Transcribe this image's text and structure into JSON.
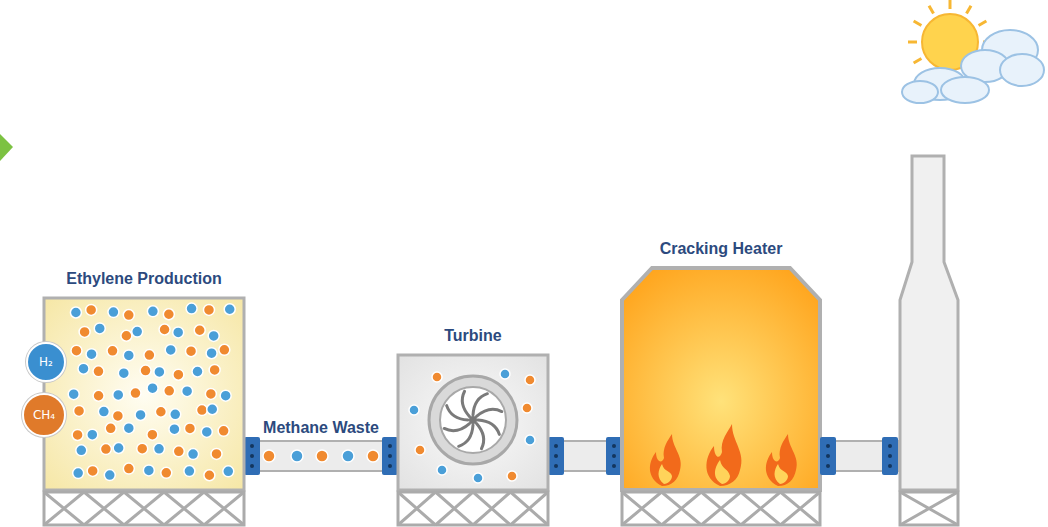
{
  "diagram": {
    "nodes": [
      {
        "text": [
          "Ethylene Production"
        ]
      },
      {
        "text": [
          "H₂"
        ],
        "in": 0
      },
      {
        "text": [
          "CH₄"
        ],
        "in": 0
      },
      {
        "text": [
          "Turbine"
        ]
      },
      {
        "text": [
          "Cracking Heater"
        ]
      }
    ],
    "edges": [
      {
        "from": 0,
        "to": 3,
        "label": "Methane Waste",
        "arrow": "none"
      },
      {
        "from": 3,
        "to": 4,
        "arrow": "none"
      }
    ]
  }
}
